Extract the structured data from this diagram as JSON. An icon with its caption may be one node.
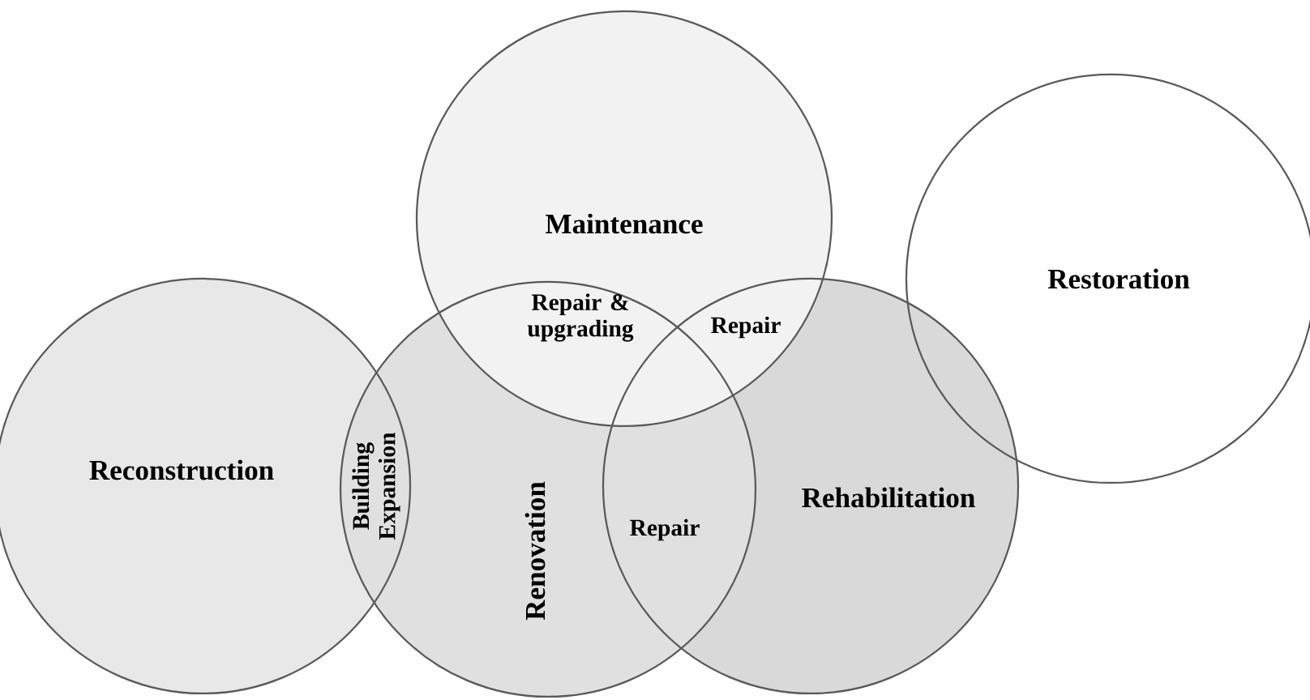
{
  "diagram": {
    "nodes": [
      {
        "text": [
          "Maintenance"
        ]
      },
      {
        "text": [
          "Restoration"
        ]
      },
      {
        "text": [
          "Reconstruction"
        ]
      },
      {
        "text": [
          "Renovation"
        ]
      },
      {
        "text": [
          "Rehabilitation"
        ]
      }
    ],
    "labels": [
      "Repair & upgrading",
      "Repair",
      "Building Expansion",
      "Repair"
    ]
  }
}
